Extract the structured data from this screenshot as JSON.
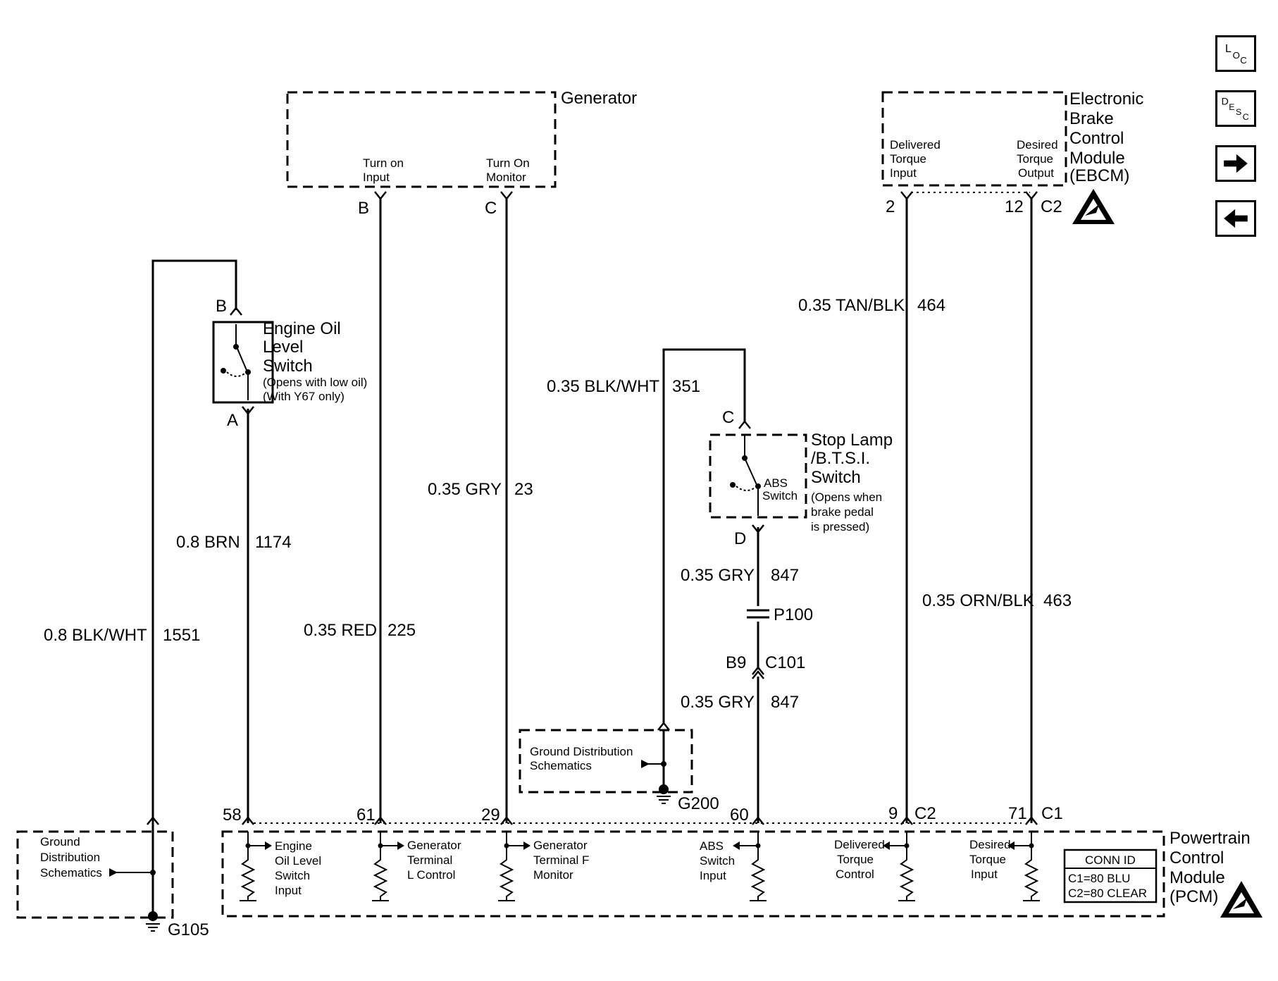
{
  "nav": {
    "loc": {
      "big": "L",
      "sub1": "O",
      "sub2": "C"
    },
    "desc": {
      "big": "D",
      "sub1": "E",
      "sub2": "S",
      "sub3": "C"
    }
  },
  "generator": {
    "title": "Generator",
    "turn_on_input": [
      "Turn on",
      "Input"
    ],
    "turn_on_monitor": [
      "Turn On",
      "Monitor"
    ],
    "pin_b": "B",
    "pin_c": "C"
  },
  "ebcm": {
    "title": [
      "Electronic",
      "Brake",
      "Control",
      "Module",
      "(EBCM)"
    ],
    "delivered": [
      "Delivered",
      "Torque",
      "Input"
    ],
    "desired": [
      "Desired",
      "Torque",
      "Output"
    ],
    "pin_2": "2",
    "pin_12": "12",
    "conn": "C2"
  },
  "oil_switch": {
    "title": [
      "Engine Oil",
      "Level",
      "Switch"
    ],
    "note": [
      "(Opens with low oil)",
      "(With Y67 only)"
    ],
    "pin_b": "B",
    "pin_a": "A"
  },
  "stop_switch": {
    "title": [
      "Stop Lamp",
      "/B.T.S.I.",
      "Switch"
    ],
    "note": [
      "(Opens when",
      "brake pedal",
      "is pressed)"
    ],
    "abs": [
      "ABS",
      "Switch"
    ],
    "pin_c": "C",
    "pin_d": "D"
  },
  "wires": {
    "w1551": {
      "gauge": "0.8 BLK/WHT",
      "circuit": "1551"
    },
    "w1174": {
      "gauge": "0.8 BRN",
      "circuit": "1174"
    },
    "w225": {
      "gauge": "0.35 RED",
      "circuit": "225"
    },
    "w23": {
      "gauge": "0.35 GRY",
      "circuit": "23"
    },
    "w351": {
      "gauge": "0.35 BLK/WHT",
      "circuit": "351"
    },
    "w847a": {
      "gauge": "0.35 GRY",
      "circuit": "847"
    },
    "w847b": {
      "gauge": "0.35 GRY",
      "circuit": "847"
    },
    "w464": {
      "gauge": "0.35 TAN/BLK",
      "circuit": "464"
    },
    "w463": {
      "gauge": "0.35 ORN/BLK",
      "circuit": "463"
    }
  },
  "splices": {
    "p100": "P100",
    "b9": "B9",
    "c101": "C101"
  },
  "grounds": {
    "g105": "G105",
    "g200": "G200",
    "ground_dist_left": [
      "Ground",
      "Distribution",
      "Schematics"
    ],
    "ground_dist_mid": [
      "Ground Distribution",
      "Schematics"
    ]
  },
  "pcm": {
    "title": [
      "Powertrain",
      "Control",
      "Module",
      "(PCM)"
    ],
    "pins": [
      "58",
      "61",
      "29",
      "60",
      "9",
      "71"
    ],
    "conn_c2": "C2",
    "conn_c1": "C1",
    "inputs": {
      "oil": [
        "Engine",
        "Oil Level",
        "Switch",
        "Input"
      ],
      "gen_l": [
        "Generator",
        "Terminal",
        "L Control"
      ],
      "gen_f": [
        "Generator",
        "Terminal F",
        "Monitor"
      ],
      "abs": [
        "ABS",
        "Switch",
        "Input"
      ],
      "delivered": [
        "Delivered",
        "Torque",
        "Control"
      ],
      "desired": [
        "Desired",
        "Torque",
        "Input"
      ]
    },
    "conn_id": {
      "title": "CONN ID",
      "c1": "C1=80 BLU",
      "c2": "C2=80 CLEAR"
    }
  }
}
